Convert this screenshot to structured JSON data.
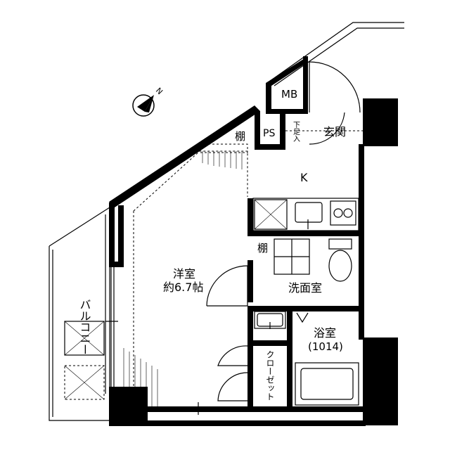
{
  "rooms": {
    "western_room": "洋室",
    "western_room_size": "約6.7帖",
    "kitchen": "K",
    "entrance": "玄関",
    "washroom": "洗面室",
    "bathroom": "浴室",
    "bathroom_size": "(1014)",
    "balcony": "バルコニー",
    "closet": "クローゼット"
  },
  "fixtures": {
    "meter_box": "MB",
    "pipe_space": "PS",
    "shoe_box": "下足入",
    "shelf_upper": "棚",
    "shelf_washroom": "棚"
  },
  "compass": {
    "north_label": "N"
  }
}
